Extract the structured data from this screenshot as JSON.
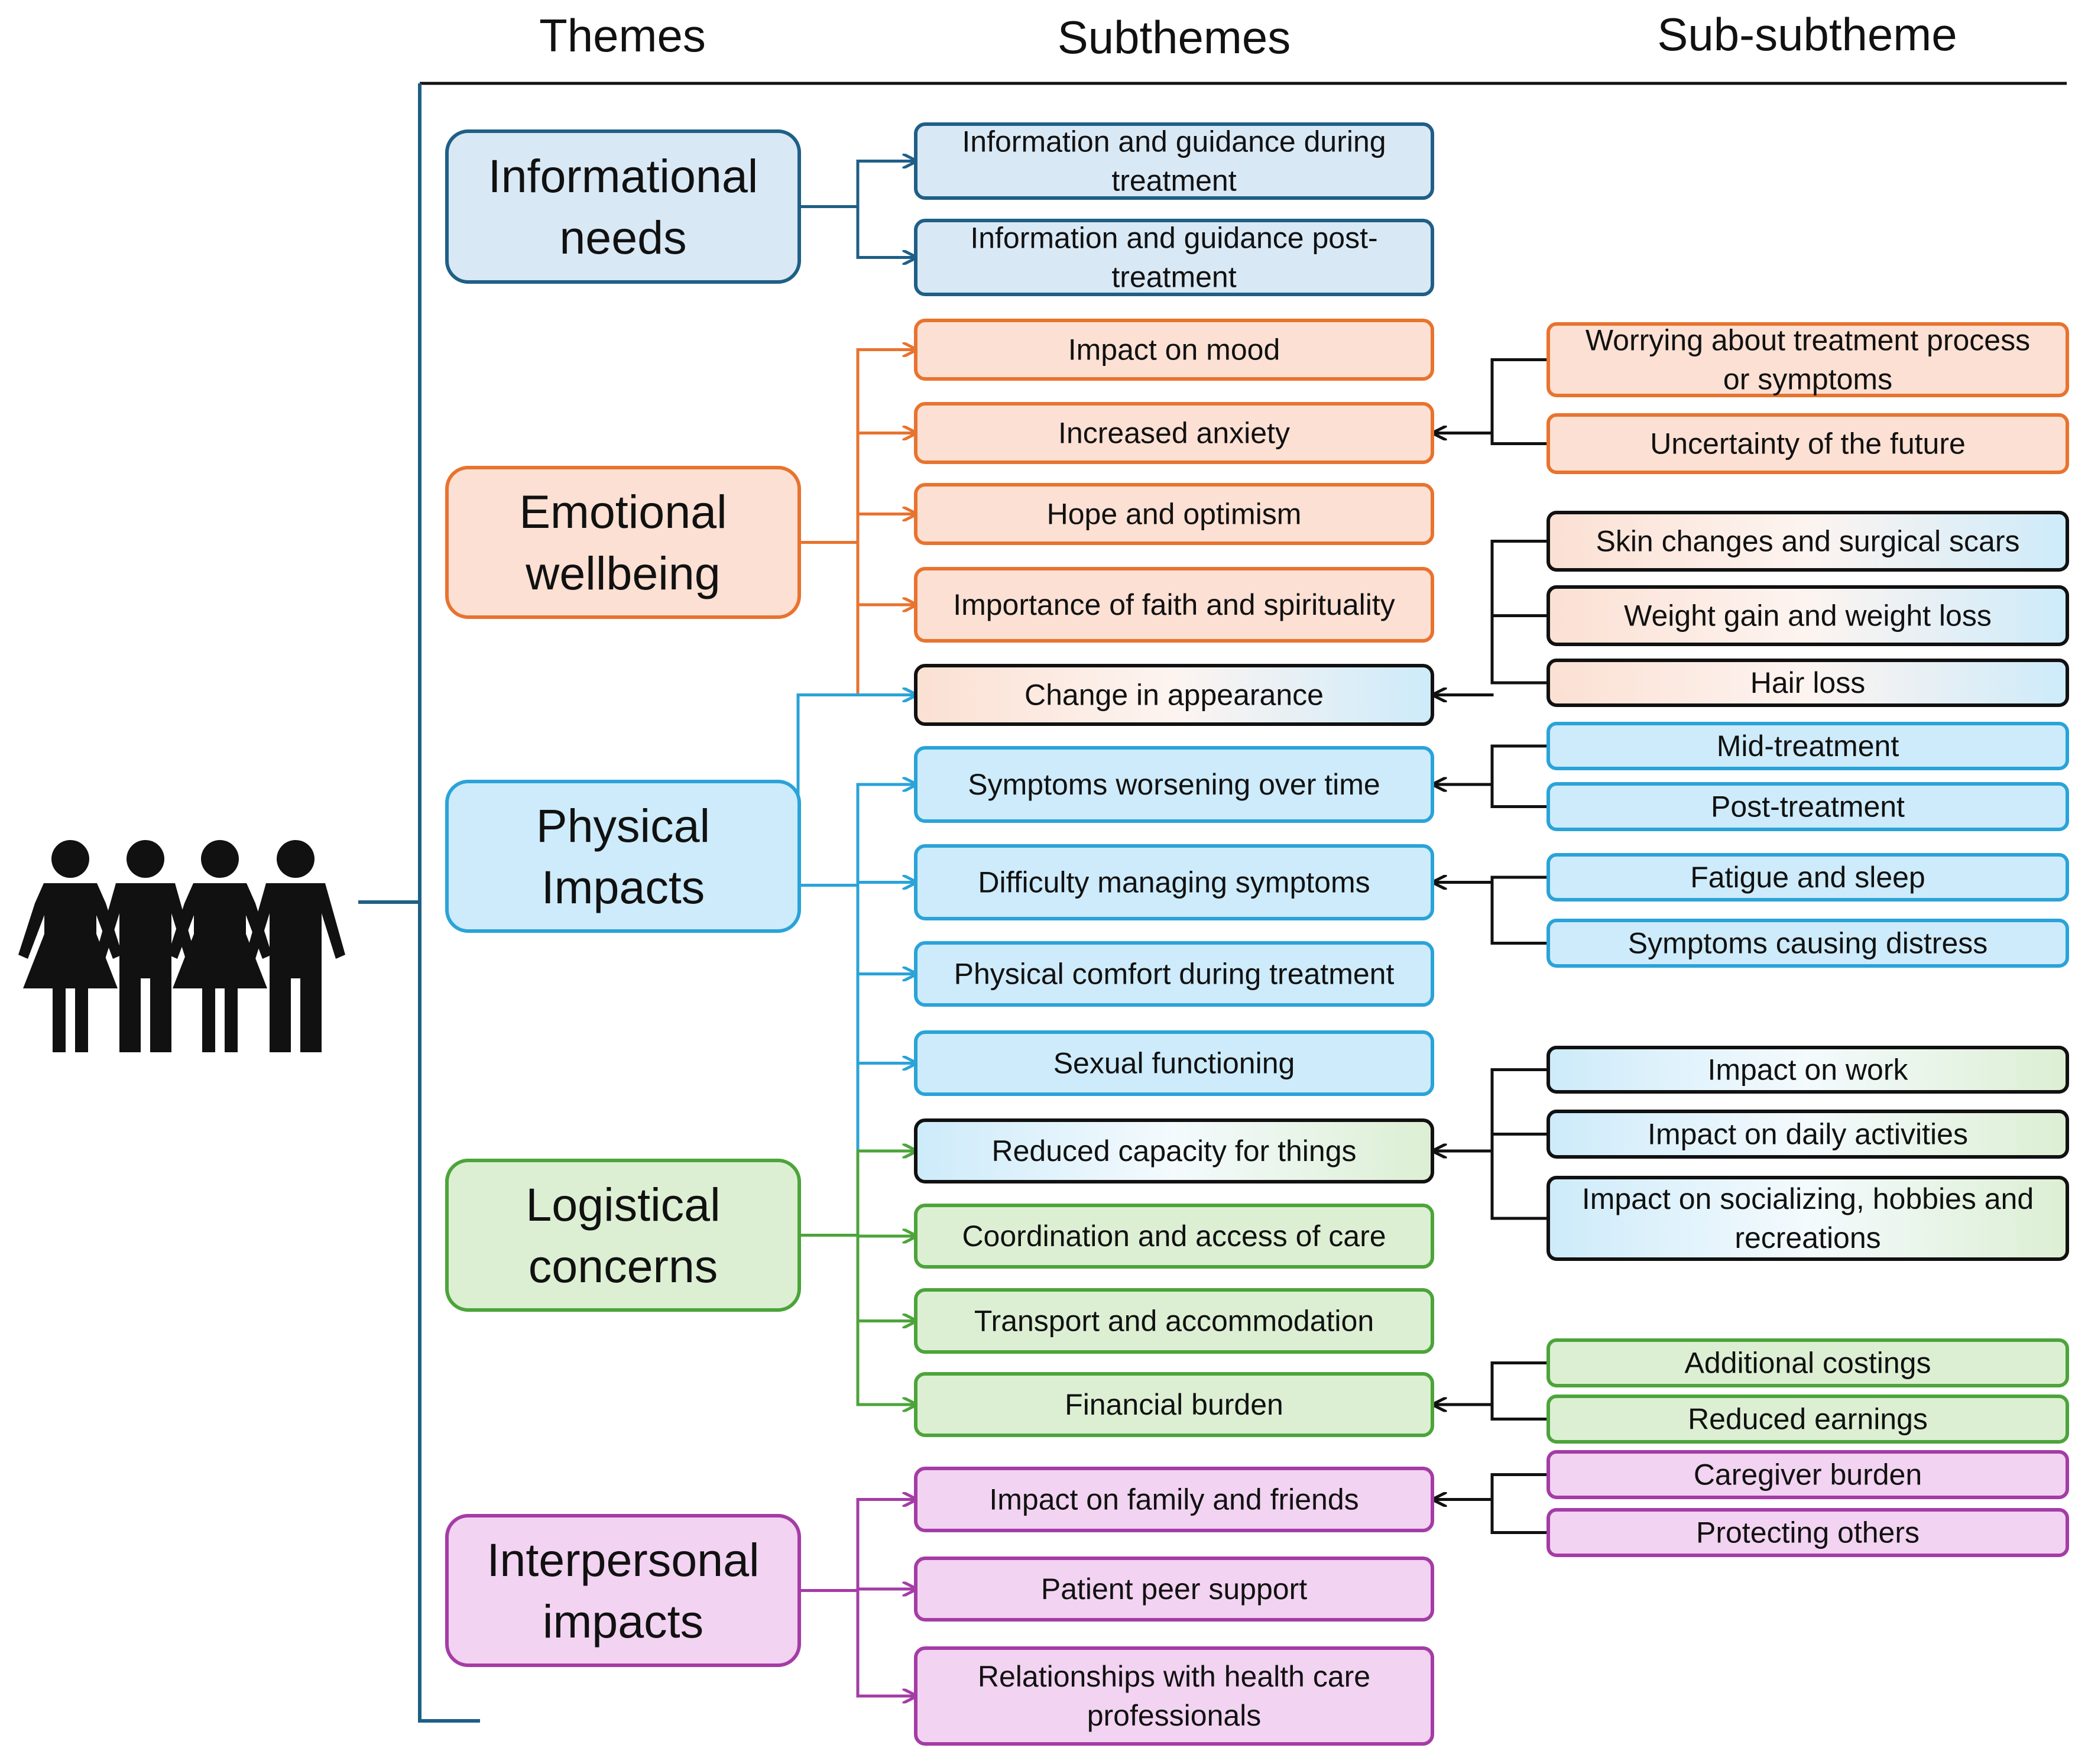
{
  "headers": {
    "themes": "Themes",
    "subthemes": "Subthemes",
    "subsubtheme": "Sub-subtheme"
  },
  "colors": {
    "informational": {
      "stroke": "#1f5f86",
      "fill": "#d9e8f5"
    },
    "emotional": {
      "stroke": "#e8732f",
      "fill": "#fbe0d3"
    },
    "physical": {
      "stroke": "#2aa3d8",
      "fill": "#cdebfa"
    },
    "logistical": {
      "stroke": "#4ca43a",
      "fill": "#dcefd3"
    },
    "interpersonal": {
      "stroke": "#a43ca6",
      "fill": "#f2d3f1"
    },
    "mixed_stroke": "#111111",
    "spine": "#1f5f86"
  },
  "people_icon": "people-group-icon",
  "themes": [
    {
      "lines": [
        "Informational",
        "needs"
      ],
      "color": "informational"
    },
    {
      "lines": [
        "Emotional",
        "wellbeing"
      ],
      "color": "emotional"
    },
    {
      "lines": [
        "Physical",
        "Impacts"
      ],
      "color": "physical"
    },
    {
      "lines": [
        "Logistical",
        "concerns"
      ],
      "color": "logistical"
    },
    {
      "lines": [
        "Interpersonal",
        "impacts"
      ],
      "color": "interpersonal"
    }
  ],
  "subthemes": [
    {
      "lines": [
        "Information and guidance during",
        "treatment"
      ],
      "color": "informational"
    },
    {
      "lines": [
        "Information and guidance post-",
        "treatment"
      ],
      "color": "informational"
    },
    {
      "lines": [
        "Impact on mood"
      ],
      "color": "emotional"
    },
    {
      "lines": [
        "Increased anxiety"
      ],
      "color": "emotional"
    },
    {
      "lines": [
        "Hope and optimism"
      ],
      "color": "emotional"
    },
    {
      "lines": [
        "Importance of faith and spirituality"
      ],
      "color": "emotional"
    },
    {
      "lines": [
        "Change in appearance"
      ],
      "color": "emotional+physical"
    },
    {
      "lines": [
        "Symptoms worsening over time"
      ],
      "color": "physical"
    },
    {
      "lines": [
        "Difficulty managing symptoms"
      ],
      "color": "physical"
    },
    {
      "lines": [
        "Physical comfort during treatment"
      ],
      "color": "physical"
    },
    {
      "lines": [
        "Sexual functioning"
      ],
      "color": "physical"
    },
    {
      "lines": [
        "Reduced capacity for things"
      ],
      "color": "physical+logistical"
    },
    {
      "lines": [
        "Coordination and access of care"
      ],
      "color": "logistical"
    },
    {
      "lines": [
        "Transport and accommodation"
      ],
      "color": "logistical"
    },
    {
      "lines": [
        "Financial burden"
      ],
      "color": "logistical"
    },
    {
      "lines": [
        "Impact on family and friends"
      ],
      "color": "interpersonal"
    },
    {
      "lines": [
        "Patient peer support"
      ],
      "color": "interpersonal"
    },
    {
      "lines": [
        "Relationships with health care",
        "professionals"
      ],
      "color": "interpersonal"
    }
  ],
  "subsubthemes": [
    {
      "lines": [
        "Worrying about treatment process",
        "or symptoms"
      ],
      "color": "emotional",
      "parent": 3
    },
    {
      "lines": [
        "Uncertainty of the future"
      ],
      "color": "emotional",
      "parent": 3
    },
    {
      "lines": [
        "Skin changes and surgical scars"
      ],
      "color": "emotional+physical",
      "parent": 6
    },
    {
      "lines": [
        "Weight gain and weight loss"
      ],
      "color": "emotional+physical",
      "parent": 6
    },
    {
      "lines": [
        "Hair loss"
      ],
      "color": "emotional+physical",
      "parent": 6
    },
    {
      "lines": [
        "Mid-treatment"
      ],
      "color": "physical",
      "parent": 7
    },
    {
      "lines": [
        "Post-treatment"
      ],
      "color": "physical",
      "parent": 7
    },
    {
      "lines": [
        "Fatigue and sleep"
      ],
      "color": "physical",
      "parent": 8
    },
    {
      "lines": [
        "Symptoms causing distress"
      ],
      "color": "physical",
      "parent": 8
    },
    {
      "lines": [
        "Impact on work"
      ],
      "color": "physical+logistical",
      "parent": 11
    },
    {
      "lines": [
        "Impact on daily activities"
      ],
      "color": "physical+logistical",
      "parent": 11
    },
    {
      "lines": [
        "Impact on socializing, hobbies and",
        "recreations"
      ],
      "color": "physical+logistical",
      "parent": 11
    },
    {
      "lines": [
        "Additional costings"
      ],
      "color": "logistical",
      "parent": 14
    },
    {
      "lines": [
        "Reduced earnings"
      ],
      "color": "logistical",
      "parent": 14
    },
    {
      "lines": [
        "Caregiver burden"
      ],
      "color": "interpersonal",
      "parent": 15
    },
    {
      "lines": [
        "Protecting others"
      ],
      "color": "interpersonal",
      "parent": 15
    }
  ]
}
